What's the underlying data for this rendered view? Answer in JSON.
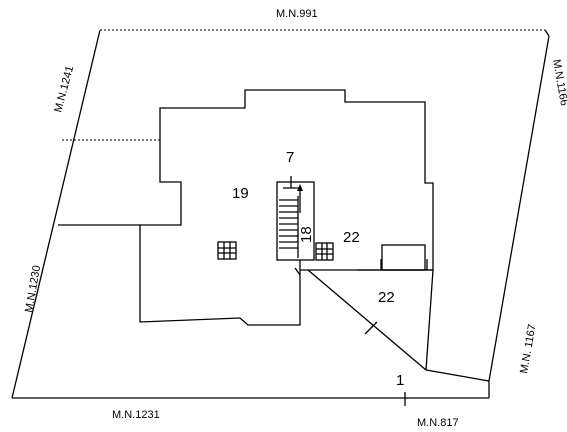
{
  "parcels": {
    "top": "M.N.991",
    "top_left": "M.N.1241",
    "right_top": "M.N.1166",
    "left": "M.N.1230",
    "right_bottom": "M.N. 1167",
    "bottom_left": "M.N.1231",
    "bottom_right": "M.N.817"
  },
  "numbers": {
    "n7": "7",
    "n19": "19",
    "n18": "18",
    "n22a": "22",
    "n22b": "22",
    "n1": "1"
  }
}
